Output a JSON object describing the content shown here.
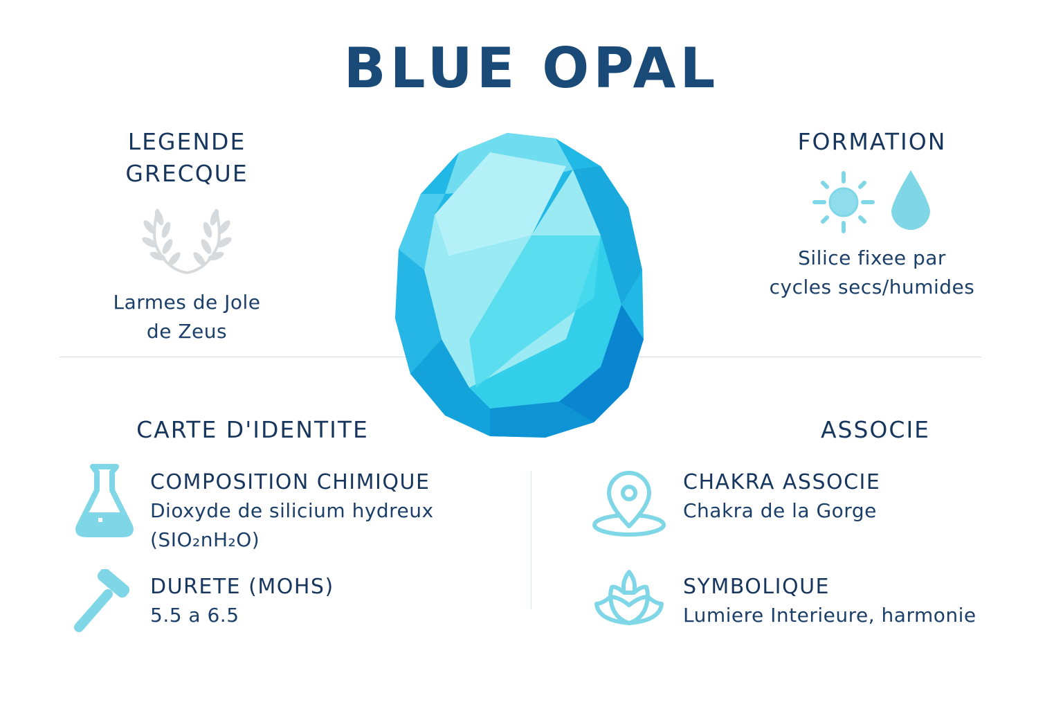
{
  "title": "BLUE OPAL",
  "colors": {
    "title": "#1a4a78",
    "text": "#17365e",
    "icon_accent": "#7fd6e6",
    "laurel": "#d6dadd",
    "gem_light": "#a6eef5",
    "gem_mid": "#33cfea",
    "gem_dark": "#0a7fcb"
  },
  "legend": {
    "heading_line1": "LEGENDE",
    "heading_line2": "GRECQUE",
    "icon": "laurel-wreath-icon",
    "text_line1": "Larmes de Jole",
    "text_line2": "de Zeus"
  },
  "formation": {
    "heading": "FORMATION",
    "icons": [
      "sun-icon",
      "water-drop-icon"
    ],
    "text_line1": "Silice fixee par",
    "text_line2": "cycles secs/humides"
  },
  "identity": {
    "heading": "CARTE D'IDENTITE",
    "items": [
      {
        "icon": "flask-icon",
        "title": "COMPOSITION CHIMIQUE",
        "value_line1": "Dioxyde de silicium hydreux",
        "value_line2": "(SIO₂nH₂O)"
      },
      {
        "icon": "hammer-icon",
        "title": "DURETE (MOHS)",
        "value_line1": "5.5 a 6.5"
      }
    ]
  },
  "associated": {
    "heading": "ASSOCIE",
    "items": [
      {
        "icon": "location-pin-icon",
        "title": "CHAKRA ASSOCIE",
        "value_line1": "Chakra de la Gorge"
      },
      {
        "icon": "lotus-icon",
        "title": "SYMBOLIQUE",
        "value_line1": "Lumiere Interieure, harmonie"
      }
    ]
  },
  "gem": {
    "icon": "opal-gem-illustration"
  }
}
